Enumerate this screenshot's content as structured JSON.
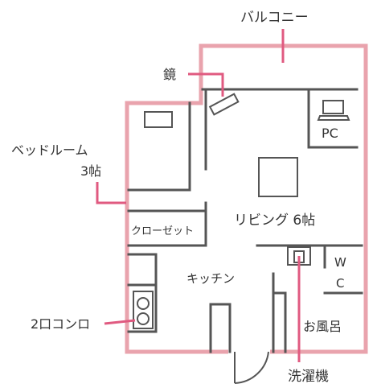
{
  "labels": {
    "balcony": "バルコニー",
    "mirror": "鏡",
    "bedroom_line1": "ベッドルーム",
    "bedroom_line2": "3帖",
    "pc": "PC",
    "closet": "クローゼット",
    "living": "リビング 6帖",
    "kitchen": "キッチン",
    "wc_line1": "W",
    "wc_line2": "C",
    "stove": "2口コンロ",
    "bath": "お風呂",
    "washer": "洗濯機"
  },
  "colors": {
    "wall": "#555555",
    "outer_wall": "#e9a3ad",
    "callout": "#e05a80",
    "text": "#333333"
  },
  "icons": {
    "pc": "laptop-icon",
    "stove": "stove-burners-icon",
    "mirror": "mirror-icon"
  }
}
